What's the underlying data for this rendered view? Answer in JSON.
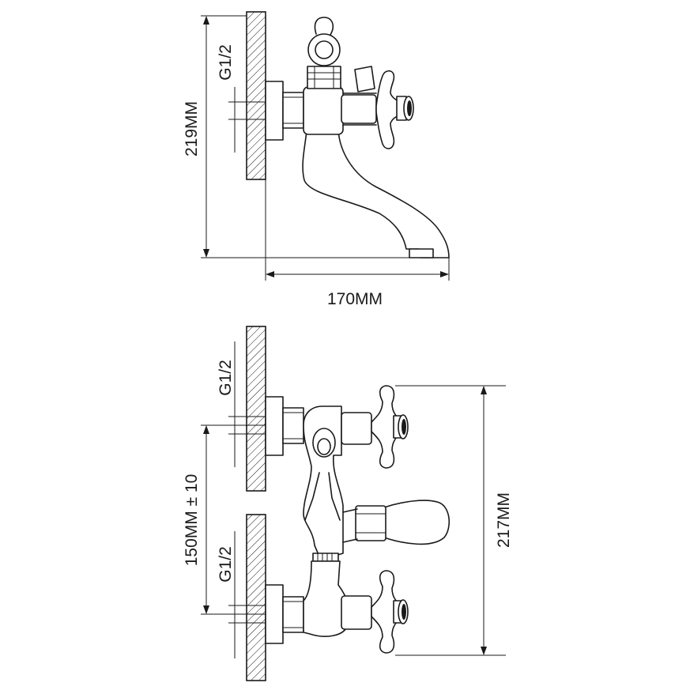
{
  "side_view": {
    "height_label": "219MM",
    "thread_label": "G1/2",
    "depth_label": "170MM"
  },
  "front_view": {
    "upper_thread_label": "G1/2",
    "lower_thread_label": "G1/2",
    "centers_label": "150MM ± 10",
    "height_label": "217MM"
  }
}
